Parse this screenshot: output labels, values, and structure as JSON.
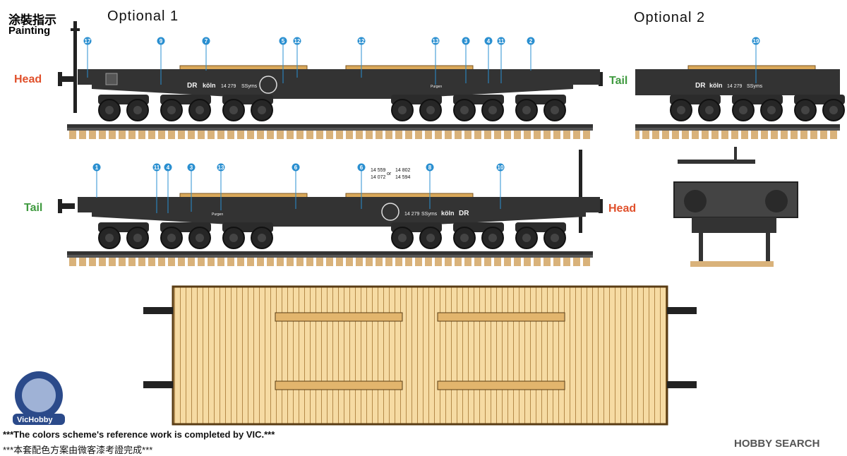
{
  "header": {
    "title_cn": "涂裝指示",
    "title_en": "Painting",
    "option1": "Optional 1",
    "option2": "Optional 2"
  },
  "labels": {
    "head": "Head",
    "tail": "Tail"
  },
  "colors": {
    "head": "#e0502b",
    "tail": "#3f9a3f",
    "wagon_body": "#333333",
    "deck_wood": "#f6dba3",
    "callout": "#2a8fd0",
    "rail_ties": "#d9b27a"
  },
  "markings": {
    "dr": "DR",
    "koln": "köln",
    "number": "14 279",
    "class": "SSyms",
    "alt_numbers": [
      "14 559",
      "14 802",
      "14 072",
      "14 594"
    ],
    "or": "or",
    "purgen": "Purgen"
  },
  "callouts": {
    "top_opt1": [
      "17",
      "9",
      "7",
      "5",
      "12",
      "12",
      "13",
      "3",
      "4",
      "11",
      "2"
    ],
    "top_opt2": [
      "19"
    ],
    "middle": [
      "1",
      "11",
      "4",
      "3",
      "13",
      "6",
      "6",
      "8",
      "10"
    ]
  },
  "footer": {
    "note_en": "***The colors scheme's reference work is completed by VIC.***",
    "note_cn": "***本套配色方案由微客漆考證完成***",
    "logo_text": "VicHobby",
    "watermark": "HOBBY SEARCH"
  }
}
